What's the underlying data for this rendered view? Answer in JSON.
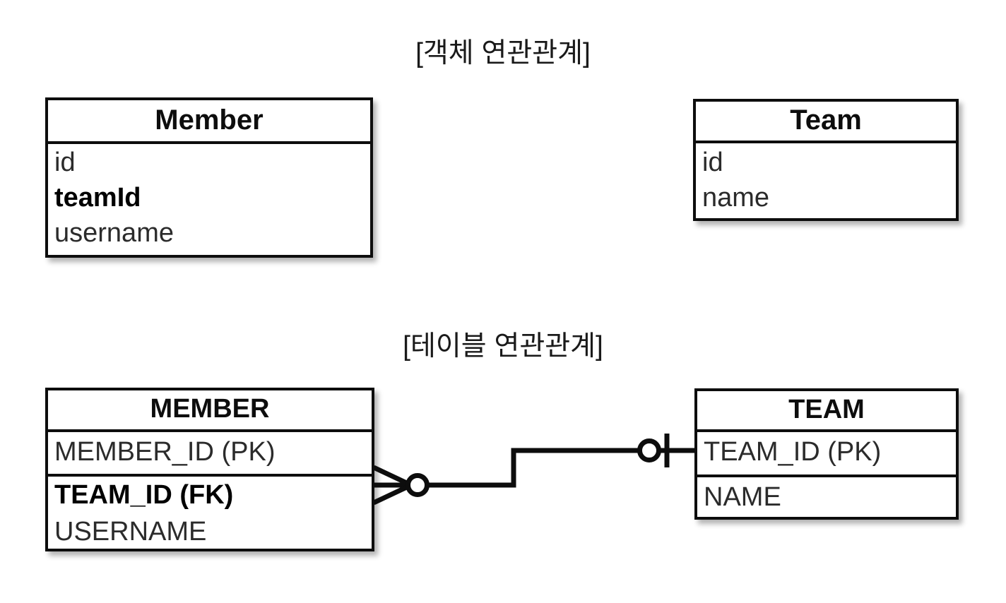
{
  "diagram": {
    "title_object_model": "[객체 연관관계]",
    "title_table_model": "[테이블 연관관계]",
    "stroke_color": "#0d0d0d",
    "text_color": "#2b2b2b",
    "background": "#ffffff"
  },
  "object_model": {
    "member": {
      "name": "Member",
      "fields": [
        {
          "label": "id",
          "emphasis": false
        },
        {
          "label": "teamId",
          "emphasis": true
        },
        {
          "label": "username",
          "emphasis": false
        }
      ]
    },
    "team": {
      "name": "Team",
      "fields": [
        {
          "label": "id",
          "emphasis": false
        },
        {
          "label": "name",
          "emphasis": false
        }
      ]
    }
  },
  "table_model": {
    "member": {
      "name": "MEMBER",
      "primary_key": {
        "label": "MEMBER_ID (PK)",
        "emphasis": false
      },
      "columns": [
        {
          "label": "TEAM_ID (FK)",
          "emphasis": true
        },
        {
          "label": "USERNAME",
          "emphasis": false
        }
      ]
    },
    "team": {
      "name": "TEAM",
      "primary_key": {
        "label": "TEAM_ID (PK)",
        "emphasis": false
      },
      "columns": [
        {
          "label": "NAME",
          "emphasis": false
        }
      ]
    },
    "relationship": {
      "from": "MEMBER",
      "to": "TEAM",
      "from_cardinality": "zero-or-many",
      "to_cardinality": "zero-or-one"
    }
  }
}
